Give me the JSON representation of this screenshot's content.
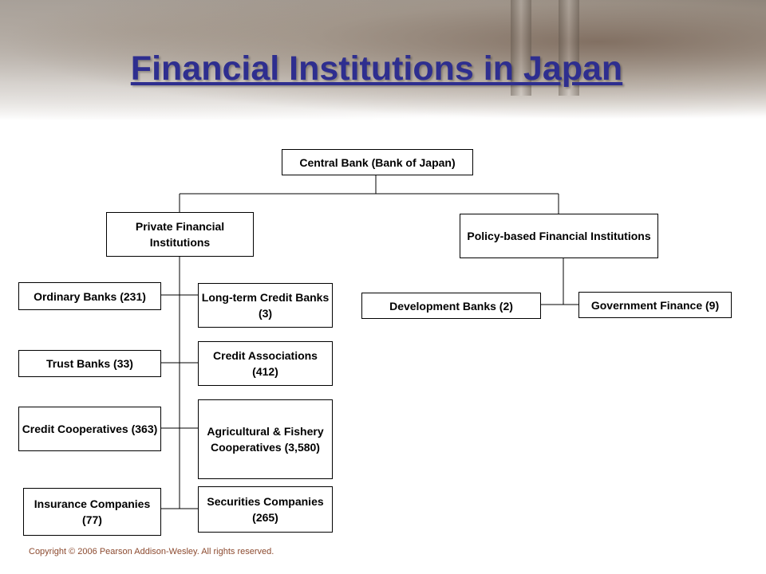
{
  "title": "Financial Institutions in Japan",
  "copyright": "Copyright © 2006 Pearson Addison-Wesley. All rights reserved.",
  "nodes": {
    "central_bank": "Central Bank (Bank of Japan)",
    "private_financial": "Private Financial Institutions",
    "policy_based": "Policy-based Financial Institutions",
    "ordinary_banks": "Ordinary Banks (231)",
    "trust_banks": "Trust Banks (33)",
    "credit_cooperatives": "Credit Cooperatives (363)",
    "insurance_companies": "Insurance Companies (77)",
    "long_term_credit": "Long-term Credit Banks (3)",
    "credit_associations": "Credit Associations (412)",
    "agricultural_fishery": "Agricultural & Fishery Cooperatives (3,580)",
    "securities_companies": "Securities Companies (265)",
    "development_banks": "Development Banks (2)",
    "government_finance": "Government Finance (9)"
  }
}
